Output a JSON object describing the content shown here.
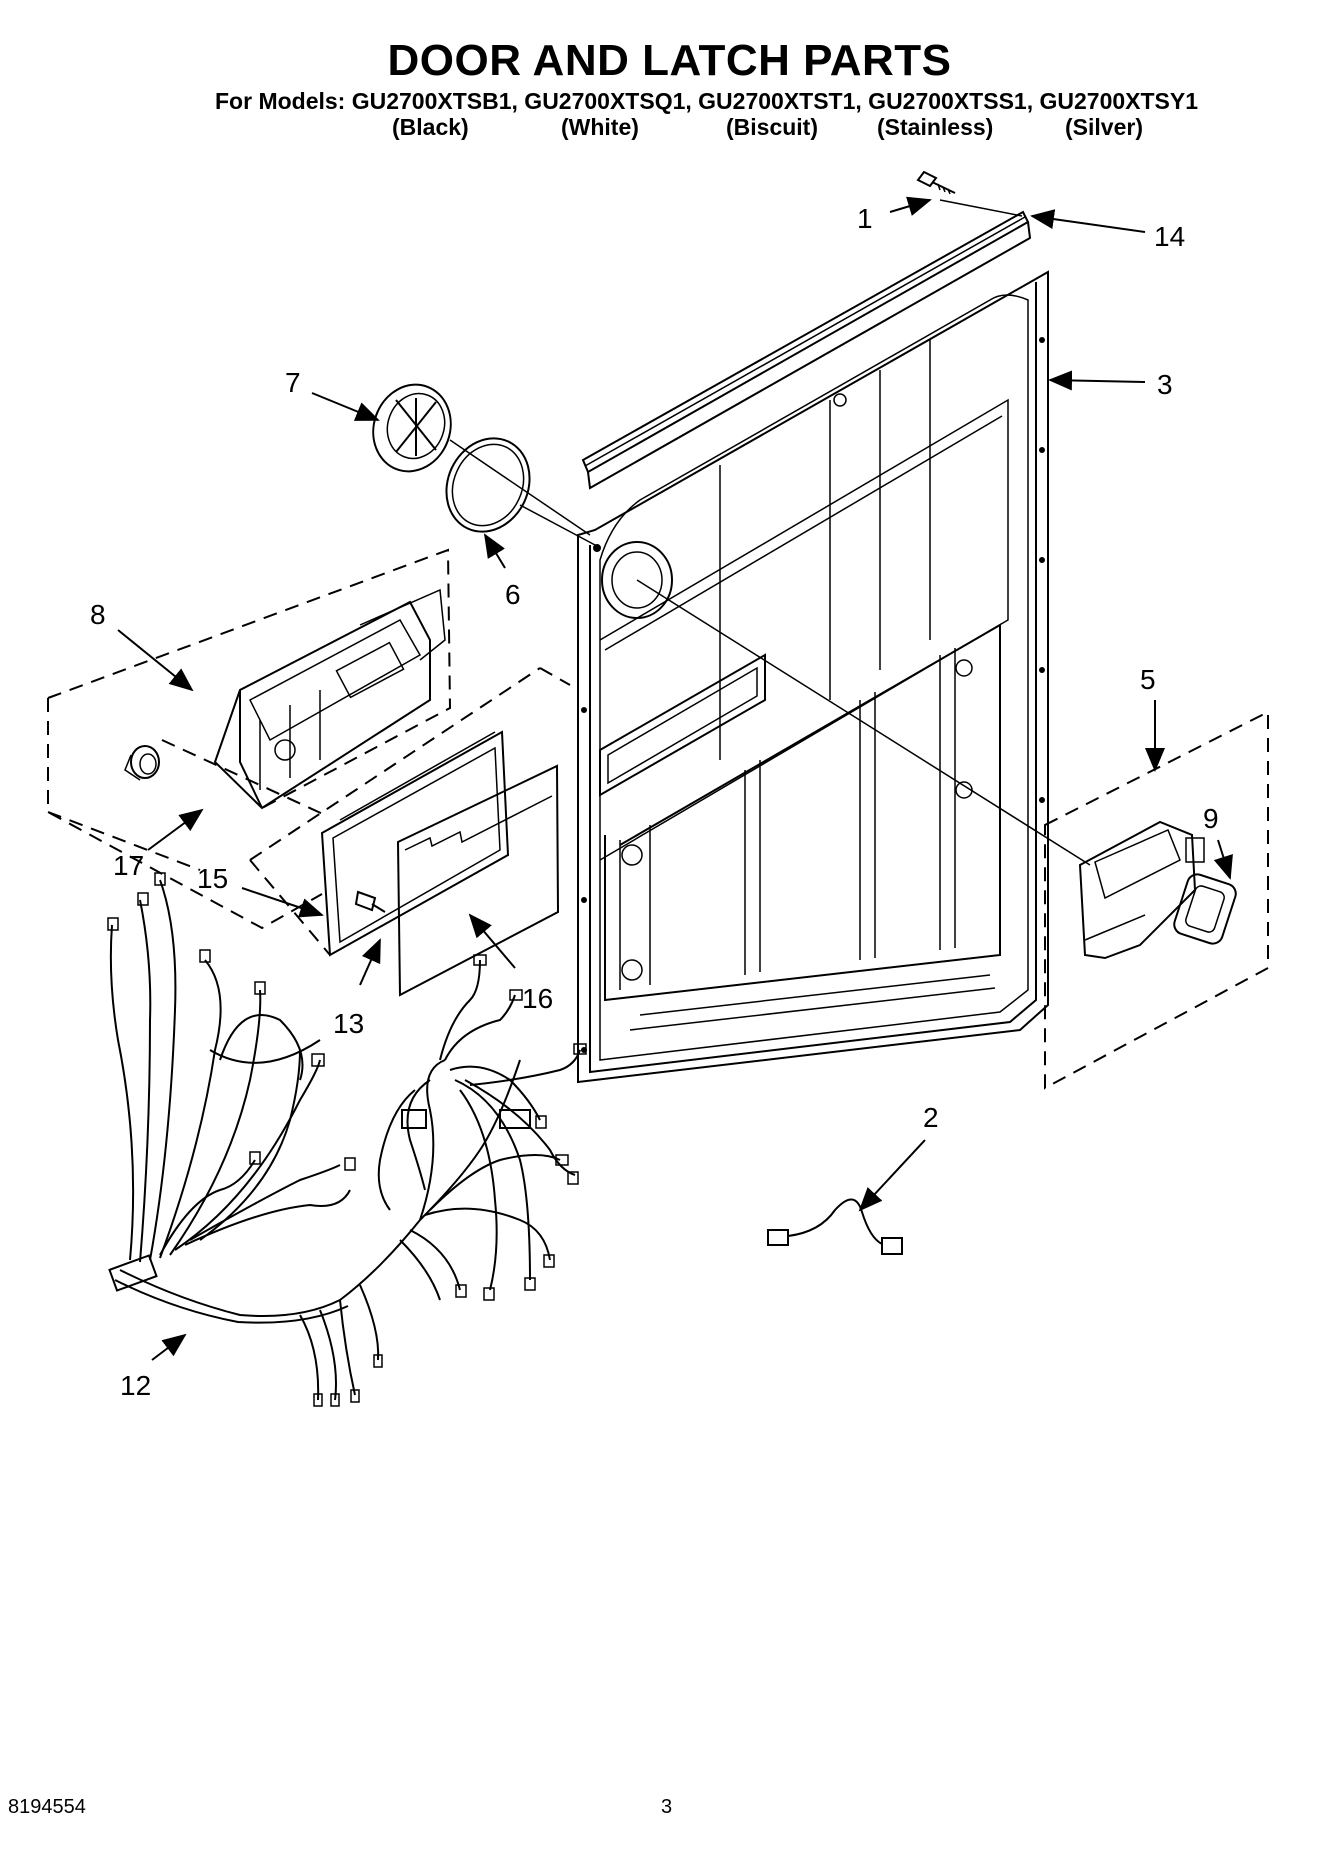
{
  "header": {
    "title": "DOOR AND LATCH PARTS",
    "models_line": "For Models: GU2700XTSB1, GU2700XTSQ1, GU2700XTST1, GU2700XTSS1, GU2700XTSY1",
    "colors": [
      "(Black)",
      "(White)",
      "(Biscuit)",
      "(Stainless)",
      "(Silver)"
    ]
  },
  "callouts": {
    "c1": "1",
    "c2": "2",
    "c3": "3",
    "c5": "5",
    "c6": "6",
    "c7": "7",
    "c8": "8",
    "c9": "9",
    "c12": "12",
    "c13": "13",
    "c14": "14",
    "c15": "15",
    "c16": "16",
    "c17": "17"
  },
  "footer": {
    "doc_number": "8194554",
    "page_number": "3"
  }
}
